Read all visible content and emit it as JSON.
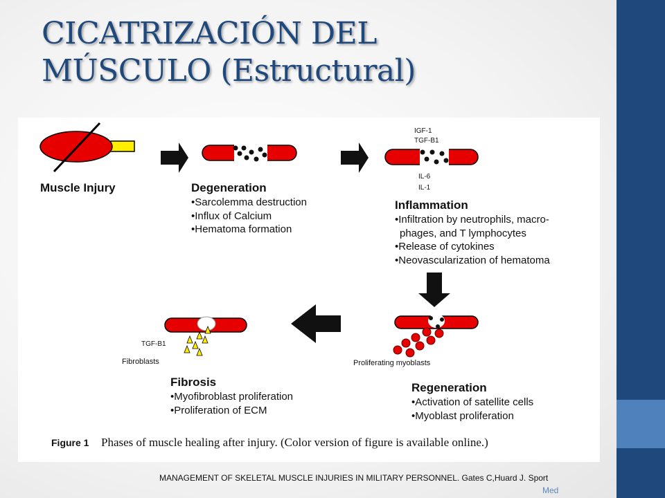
{
  "slide": {
    "title_line1": "CICATRIZACIÓN DEL",
    "title_line2": "MÚSCULO (Estructural)",
    "source": "MANAGEMENT OF SKELETAL MUSCLE INJURIES IN MILITARY PERSONNEL. Gates C,Huard J. Sport",
    "source_cont": "Med",
    "colors": {
      "title": "#1f497d",
      "sidebar": "#1f497d",
      "sidebar_accent": "#4f81bd",
      "muscle": "#e60000",
      "tendon": "#ffee00"
    }
  },
  "figure": {
    "injury": {
      "heading": "Muscle Injury"
    },
    "degeneration": {
      "heading": "Degeneration",
      "bullets": [
        "•Sarcolemma destruction",
        "•Influx of Calcium",
        "•Hematoma formation"
      ]
    },
    "inflammation": {
      "heading": "Inflammation",
      "factors_top": [
        "IGF-1",
        "TGF-B1"
      ],
      "factors_bottom": [
        "IL-6",
        "IL-1"
      ],
      "bullets": [
        "•Infiltration by neutrophils, macro-",
        "phages, and T lymphocytes",
        "•Release of cytokines",
        "•Neovascularization of hematoma"
      ]
    },
    "regeneration": {
      "heading": "Regeneration",
      "label": "Proliferating myoblasts",
      "bullets": [
        "•Activation of satellite cells",
        "•Myoblast proliferation"
      ]
    },
    "fibrosis": {
      "heading": "Fibrosis",
      "label_tgf": "TGF-B1",
      "label_fibroblasts": "Fibroblasts",
      "bullets": [
        "•Myofibroblast proliferation",
        "•Proliferation of ECM"
      ]
    },
    "caption": {
      "label": "Figure 1",
      "text": "Phases of muscle healing after injury. (Color version of figure is available online.)"
    }
  }
}
